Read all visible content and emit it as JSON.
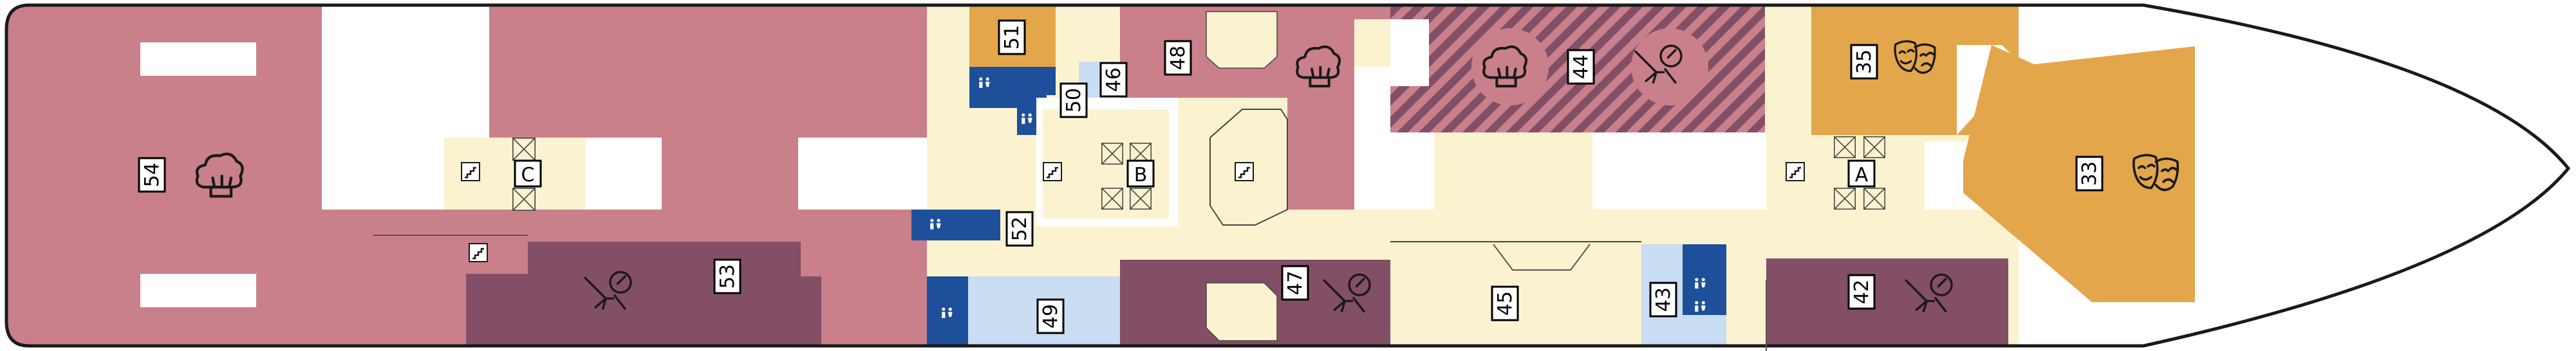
{
  "map": {
    "colors": {
      "restaurant": "#c9808a",
      "lounge": "#834f66",
      "theater": "#e3a64b",
      "corridor": "#fbf3cf",
      "service": "#ffffff",
      "restroom": "#1e4f9a",
      "restroom_light": "#c9ddf3",
      "hull_outline": "#1a1a1a"
    },
    "stairwells": {
      "a": "A",
      "b": "B",
      "c": "C"
    },
    "venues": [
      {
        "number": "54",
        "category": "dining",
        "icon": "dining-icon"
      },
      {
        "number": "53",
        "category": "bar",
        "icon": "cocktail-icon"
      },
      {
        "number": "52",
        "category": "restroom",
        "icon": "restroom-icon"
      },
      {
        "number": "51",
        "category": "theater-side",
        "icon": "none"
      },
      {
        "number": "50",
        "category": "restroom",
        "icon": "restroom-icon"
      },
      {
        "number": "49",
        "category": "restroom",
        "icon": "restroom-icon"
      },
      {
        "number": "48",
        "category": "dining",
        "icon": "dining-icon"
      },
      {
        "number": "47",
        "category": "bar",
        "icon": "cocktail-icon"
      },
      {
        "number": "46",
        "category": "restroom",
        "icon": "restroom-icon"
      },
      {
        "number": "45",
        "category": "corridor",
        "icon": "none"
      },
      {
        "number": "44",
        "category": "dining-bar",
        "icon": "dining-icon"
      },
      {
        "number": "43",
        "category": "restroom",
        "icon": "restroom-icon"
      },
      {
        "number": "42",
        "category": "bar",
        "icon": "cocktail-icon"
      },
      {
        "number": "35",
        "category": "theater",
        "icon": "theater-masks-icon"
      },
      {
        "number": "33",
        "category": "theater",
        "icon": "theater-masks-icon"
      }
    ]
  }
}
